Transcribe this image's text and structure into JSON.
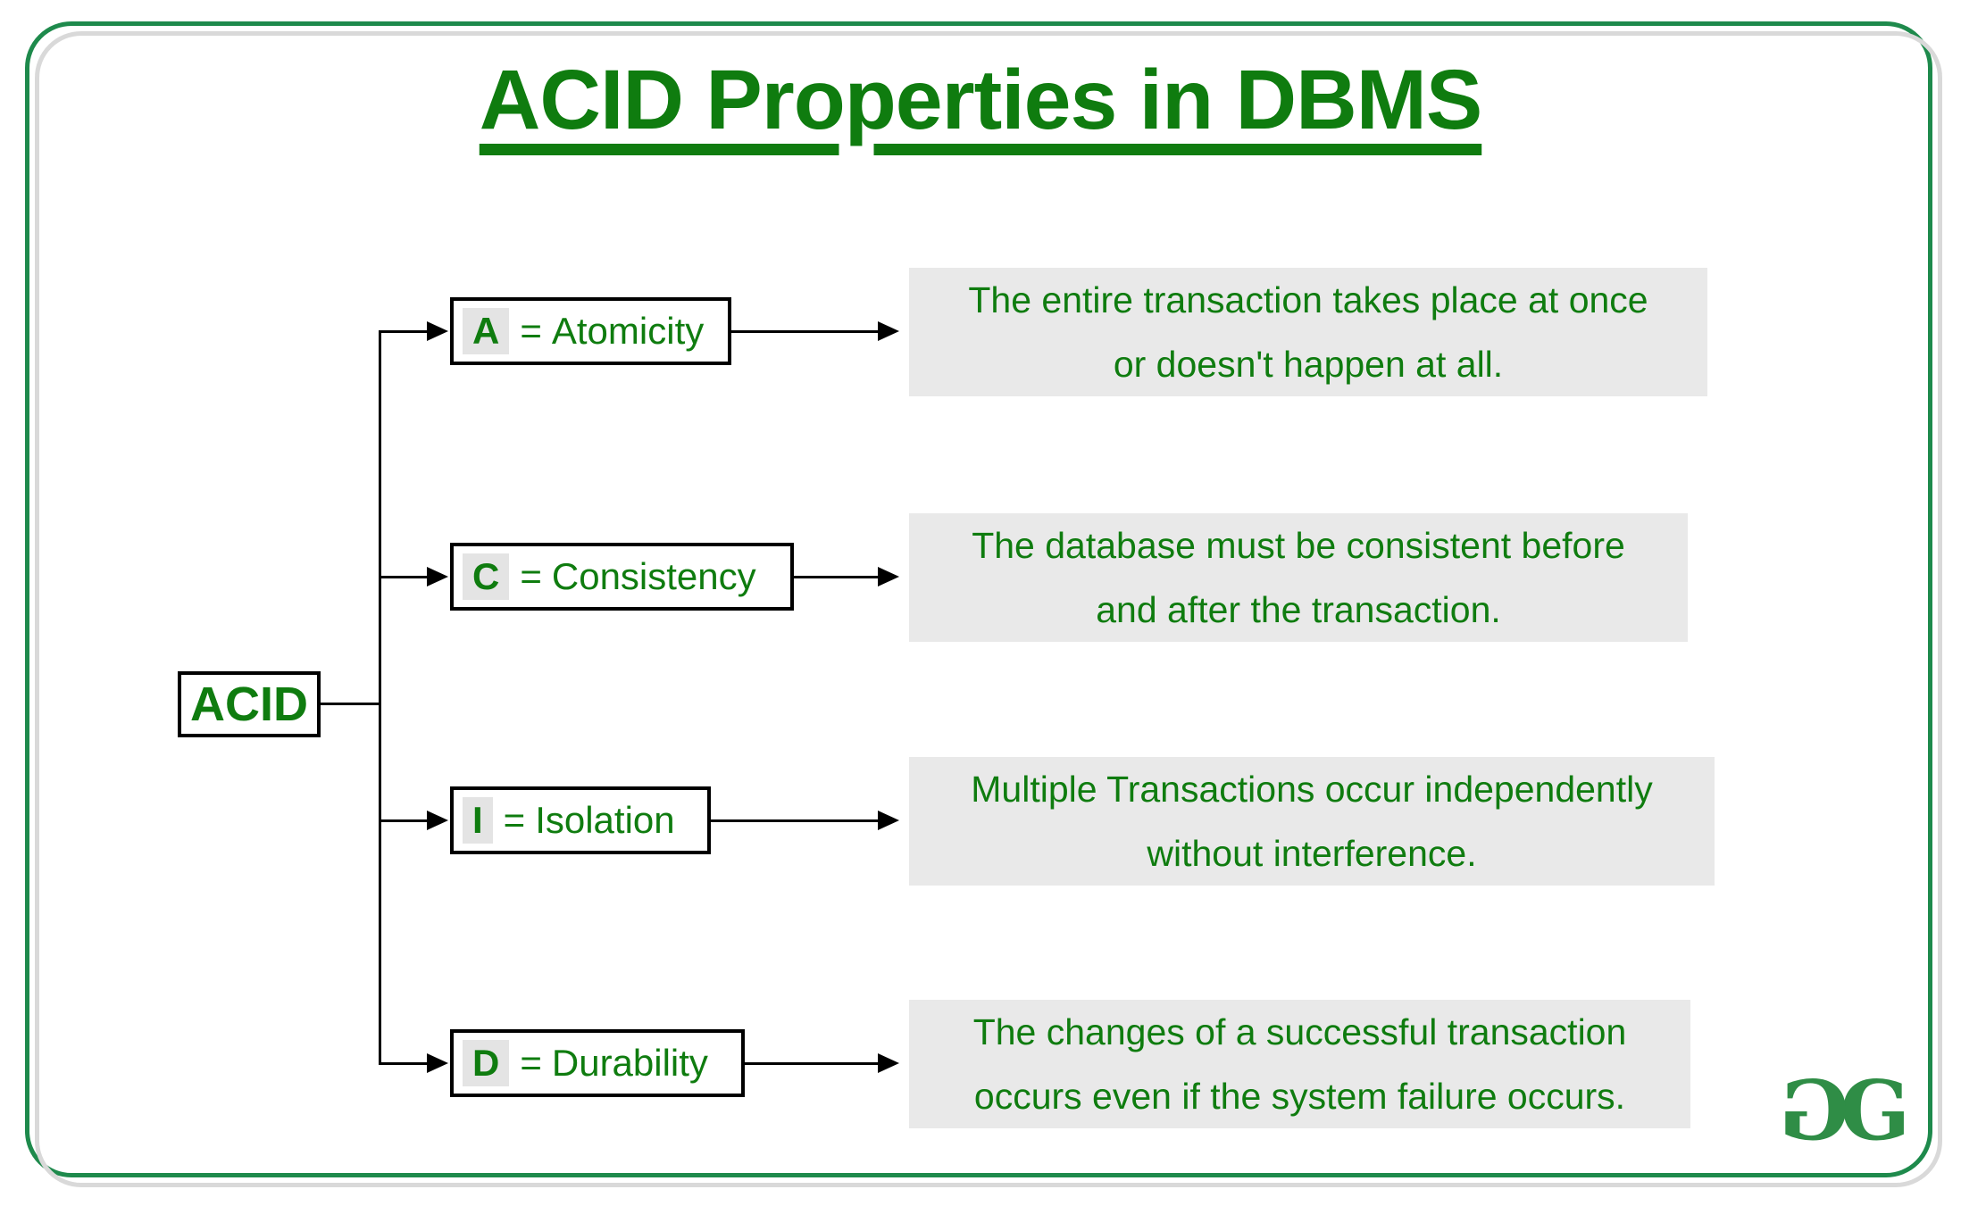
{
  "title": "ACID Properties in DBMS",
  "root_label": "ACID",
  "equals": "=",
  "properties": [
    {
      "letter": "A",
      "name": "Atomicity",
      "desc_line1": "The entire transaction takes place at once",
      "desc_line2": "or doesn't happen at all."
    },
    {
      "letter": "C",
      "name": "Consistency",
      "desc_line1": "The database must be consistent before",
      "desc_line2": "and after the transaction."
    },
    {
      "letter": "I",
      "name": "Isolation",
      "desc_line1": "Multiple Transactions occur independently",
      "desc_line2": "without interference."
    },
    {
      "letter": "D",
      "name": "Durability",
      "desc_line1": "The changes of a successful transaction",
      "desc_line2": "occurs even if the system failure occurs."
    }
  ],
  "logo": {
    "glyph_left": "G",
    "glyph_right": "G"
  },
  "colors": {
    "text_green": "#0f7c0f",
    "frame_green": "#1e8a4c",
    "logo_green": "#2f8d46",
    "panel_gray": "#e9e9e9",
    "chip_gray": "#e4e4e4",
    "shadow_gray": "#d9d9d9",
    "line_black": "#000000"
  }
}
